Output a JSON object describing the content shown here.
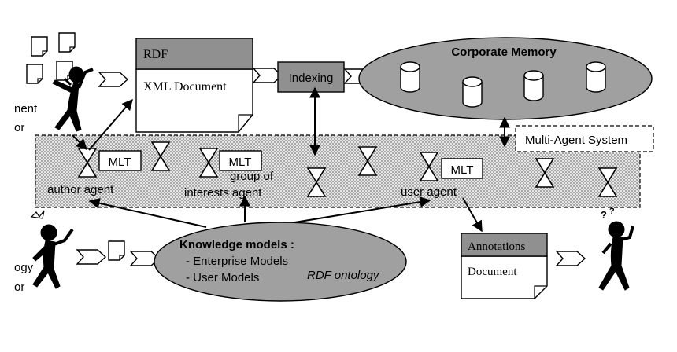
{
  "rdf_doc": {
    "header": "RDF",
    "body": "XML Document"
  },
  "indexing": "Indexing",
  "corporate_memory": "Corporate Memory",
  "mas_label": "Multi-Agent System",
  "mlt": "MLT",
  "author_agent": "author agent",
  "group_agent": {
    "line1": "group of",
    "line2": "interests agent"
  },
  "user_agent": "user agent",
  "knowledge_models": {
    "title": "Knowledge models :",
    "item1": "- Enterprise Models",
    "item2": "- User Models",
    "ontology": "RDF ontology"
  },
  "annotations_doc": {
    "header": "Annotations",
    "body": "Document"
  },
  "author_fragment": {
    "line1": "nent",
    "line2": "or"
  },
  "ontologist_fragment": {
    "line1": "ogy",
    "line2": "or"
  },
  "colors": {
    "gray_fill": "#909090",
    "light_gray": "#a8a8a8",
    "dot_bg": "#d8d8d8",
    "ink": "#000000"
  }
}
